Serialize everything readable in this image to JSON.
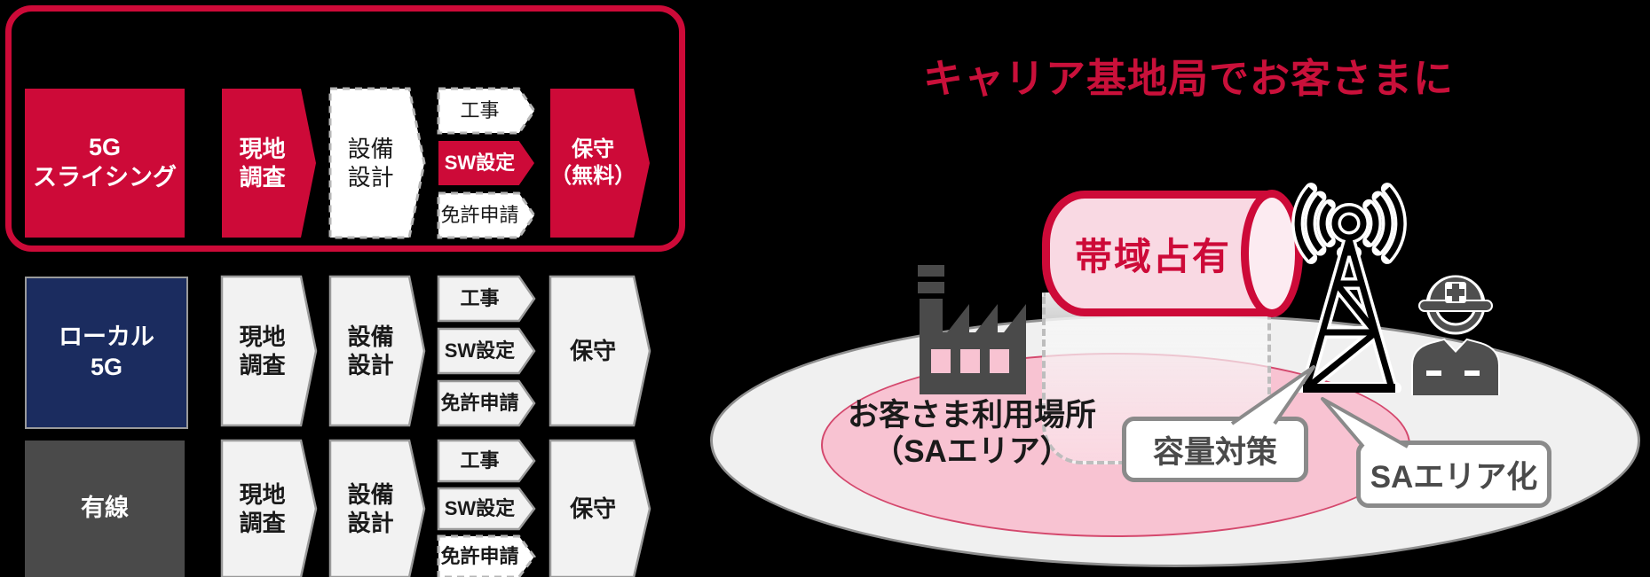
{
  "colors": {
    "red": "#cd0a38",
    "navy": "#1b2c5f",
    "dark_gray": "#4a4a4a",
    "light_gray_fill": "#f2f2f2",
    "gray_stroke": "#9a9a9a",
    "dash_stroke": "#b5b5b5",
    "outer_ellipse_fill": "#f0f0f0",
    "outer_ellipse_stroke": "#8f8f8f",
    "pink_fill": "#f8c3d2",
    "pink_stroke": "#d4486d",
    "cylinder_fill": "#f9d9e3",
    "cylinder_cap_fill": "#fcebf1",
    "bubble_border": "#8a8a8a",
    "bubble_text": "#4a4a4a"
  },
  "flow": {
    "rows": [
      {
        "label_lines": [
          "5G",
          "スライシング"
        ],
        "survey_lines": [
          "現地",
          "調査"
        ],
        "design_lines": [
          "設備",
          "設計"
        ],
        "substeps": [
          "工事",
          "SW設定",
          "免許申請"
        ],
        "maintenance_lines": [
          "保守",
          "（無料）"
        ]
      },
      {
        "label_lines": [
          "ローカル",
          "5G"
        ],
        "survey_lines": [
          "現地",
          "調査"
        ],
        "design_lines": [
          "設備",
          "設計"
        ],
        "substeps": [
          "工事",
          "SW設定",
          "免許申請"
        ],
        "maintenance_lines": [
          "保守"
        ]
      },
      {
        "label_lines": [
          "有線"
        ],
        "survey_lines": [
          "現地",
          "調査"
        ],
        "design_lines": [
          "設備",
          "設計"
        ],
        "substeps": [
          "工事",
          "SW設定",
          "免許申請"
        ],
        "maintenance_lines": [
          "保守"
        ]
      }
    ]
  },
  "illustration": {
    "title": "キャリア基地局でお客さまに",
    "cylinder_label": "帯域占有",
    "area_label_lines": [
      "お客さま利用場所",
      "（SAエリア）"
    ],
    "bubbles": [
      "容量対策",
      "SAエリア化"
    ]
  }
}
